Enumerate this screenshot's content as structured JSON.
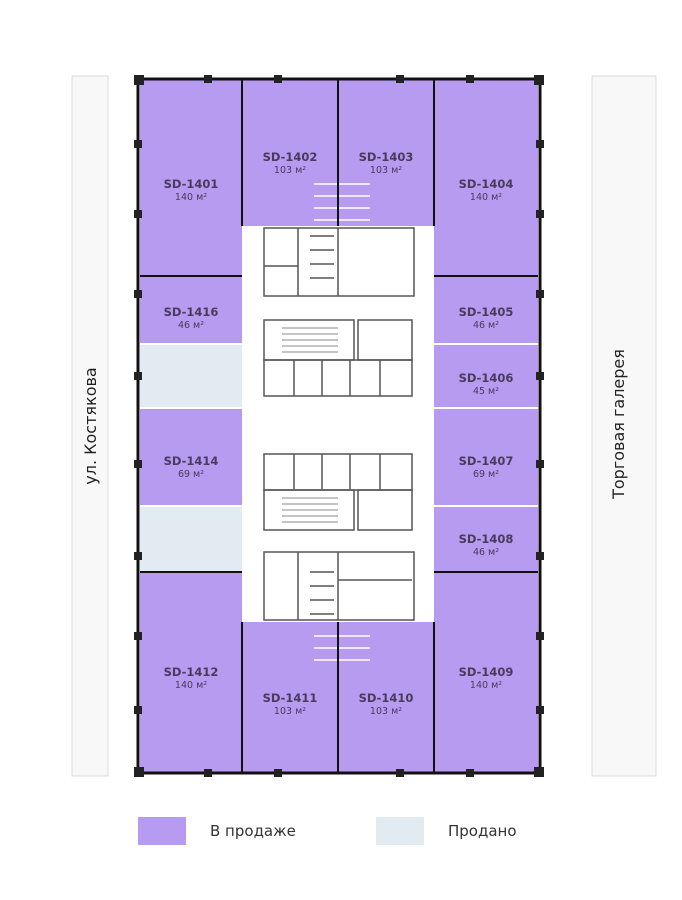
{
  "colors": {
    "for_sale": "#b69bf0",
    "sold": "#e3ebf2",
    "wall": "#111111",
    "core": "#ffffff",
    "street_band": "#f7f7f7"
  },
  "streets": {
    "left": "ул. Костякова",
    "right": "Торговая галерея"
  },
  "units": [
    {
      "code": "SD-1401",
      "area": "140 м²",
      "status": "for_sale"
    },
    {
      "code": "SD-1402",
      "area": "103 м²",
      "status": "for_sale"
    },
    {
      "code": "SD-1403",
      "area": "103 м²",
      "status": "for_sale"
    },
    {
      "code": "SD-1404",
      "area": "140 м²",
      "status": "for_sale"
    },
    {
      "code": "SD-1416",
      "area": "46 м²",
      "status": "for_sale"
    },
    {
      "code": "SD-1405",
      "area": "46 м²",
      "status": "for_sale"
    },
    {
      "code": "",
      "area": "",
      "status": "sold"
    },
    {
      "code": "SD-1406",
      "area": "45 м²",
      "status": "for_sale"
    },
    {
      "code": "SD-1414",
      "area": "69 м²",
      "status": "for_sale"
    },
    {
      "code": "SD-1407",
      "area": "69 м²",
      "status": "for_sale"
    },
    {
      "code": "",
      "area": "",
      "status": "sold"
    },
    {
      "code": "SD-1408",
      "area": "46 м²",
      "status": "for_sale"
    },
    {
      "code": "SD-1412",
      "area": "140 м²",
      "status": "for_sale"
    },
    {
      "code": "SD-1409",
      "area": "140 м²",
      "status": "for_sale"
    },
    {
      "code": "SD-1411",
      "area": "103 м²",
      "status": "for_sale"
    },
    {
      "code": "SD-1410",
      "area": "103 м²",
      "status": "for_sale"
    }
  ],
  "legend": [
    {
      "label": "В продаже",
      "status": "for_sale"
    },
    {
      "label": "Продано",
      "status": "sold"
    }
  ]
}
